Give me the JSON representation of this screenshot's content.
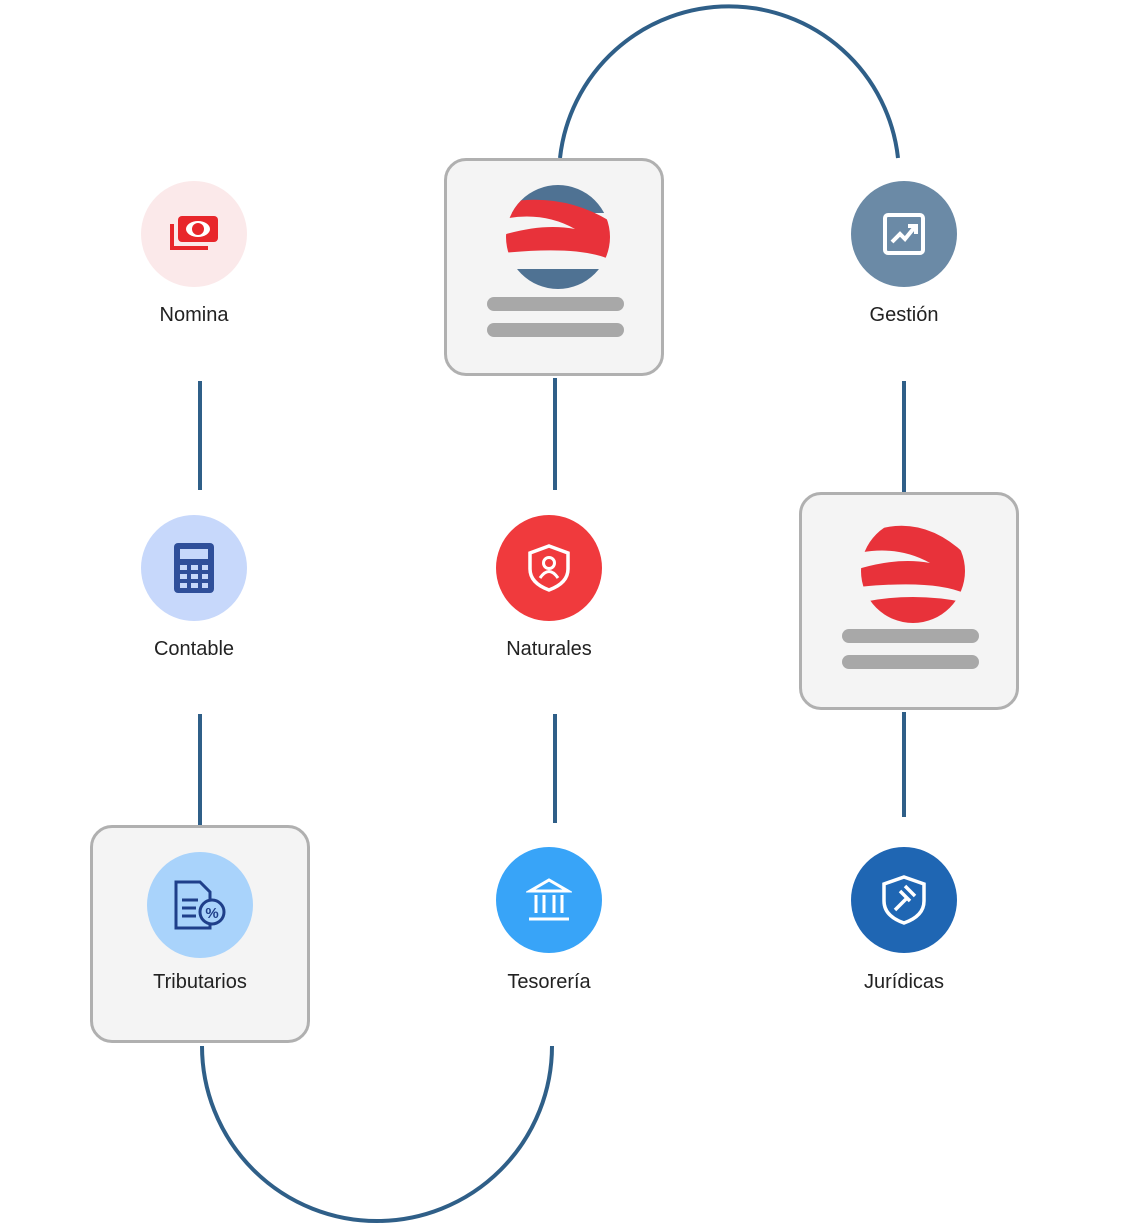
{
  "nodes": {
    "nomina": {
      "label": "Nomina",
      "icon": "money-icon",
      "bg": "#fbe9ea",
      "fg": "#e8262b"
    },
    "contable": {
      "label": "Contable",
      "icon": "calculator-icon",
      "bg": "#c7d8fb",
      "fg": "#2f4f9a"
    },
    "tributarios": {
      "label": "Tributarios",
      "icon": "tax-document-icon",
      "bg": "#a9d3fb",
      "fg": "#1f3f8a"
    },
    "gestion": {
      "label": "Gestión",
      "icon": "chart-trend-icon",
      "bg": "#6b8aa6",
      "fg": "#ffffff"
    },
    "naturales": {
      "label": "Naturales",
      "icon": "shield-user-icon",
      "bg": "#f03a3d",
      "fg": "#ffffff"
    },
    "tesoreria": {
      "label": "Tesorería",
      "icon": "bank-icon",
      "bg": "#38a4f8",
      "fg": "#ffffff"
    },
    "juridicas": {
      "label": "Jurídicas",
      "icon": "shield-gavel-icon",
      "bg": "#1f66b3",
      "fg": "#ffffff"
    }
  },
  "colors": {
    "connector": "#2f5f88",
    "logo_red": "#e8323a",
    "logo_blue": "#4f7293"
  }
}
